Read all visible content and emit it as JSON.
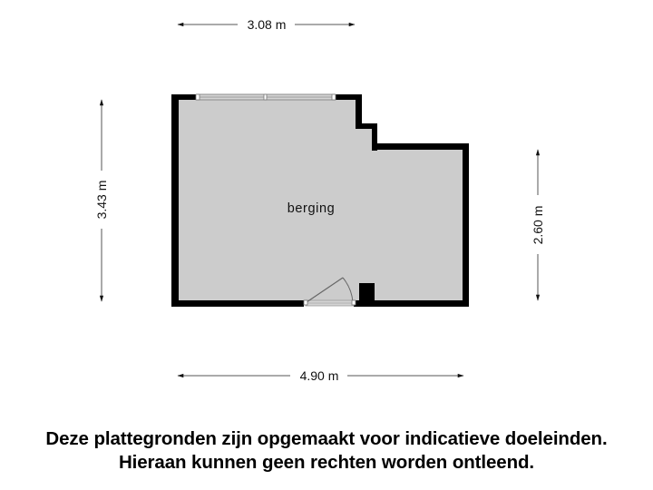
{
  "floorplan": {
    "room": {
      "label": "berging",
      "fill": "#cccccc",
      "wall_color": "#000000"
    },
    "dimensions": {
      "top": "3.08 m",
      "bottom": "4.90 m",
      "left": "3.43 m",
      "right": "2.60 m"
    }
  },
  "disclaimer": {
    "line1": "Deze plattegronden zijn opgemaakt voor indicatieve doeleinden.",
    "line2": "Hieraan kunnen geen rechten worden ontleend."
  }
}
